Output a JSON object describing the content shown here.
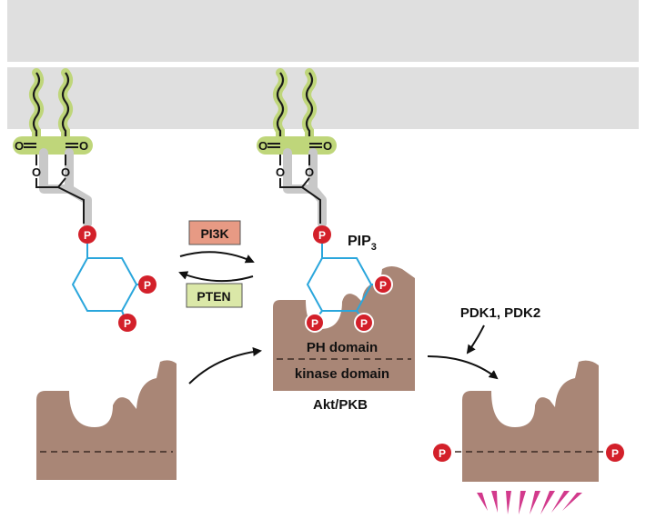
{
  "labels": {
    "pi3k": "PI3K",
    "pten": "PTEN",
    "pip3_main": "PIP",
    "pip3_sub": "3",
    "ph_domain": "PH domain",
    "kinase_domain": "kinase domain",
    "akt": "Akt/PKB",
    "pdk": "PDK1, PDK2",
    "phosphate": "P",
    "oxygen": "O"
  },
  "colors": {
    "membrane": "#dfdfdf",
    "lipid_tail_halo": "#bfd67a",
    "lipid_tail": "#1a1a1a",
    "backbone_halo": "#c8c8c8",
    "ring": "#2aa6dc",
    "phosphate": "#d3202a",
    "protein": "#a98676",
    "pi3k_box": "#e79a84",
    "pten_box": "#dbe8a8",
    "active_rays": "#d23a8c"
  }
}
